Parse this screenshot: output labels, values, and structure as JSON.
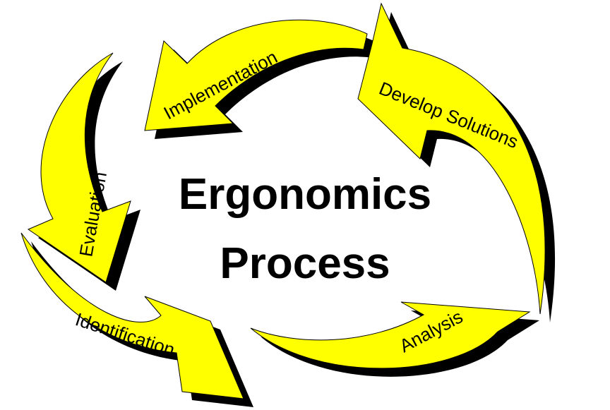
{
  "title": {
    "line1": "Ergonomics",
    "line2": "Process"
  },
  "steps": [
    {
      "label": "Implementation"
    },
    {
      "label": "Develop Solutions"
    },
    {
      "label": "Analysis"
    },
    {
      "label": "Identification"
    },
    {
      "label": "Evaluation"
    }
  ],
  "colors": {
    "arrow": "#FFFF00",
    "shadow": "#000000",
    "outline": "#000000"
  }
}
